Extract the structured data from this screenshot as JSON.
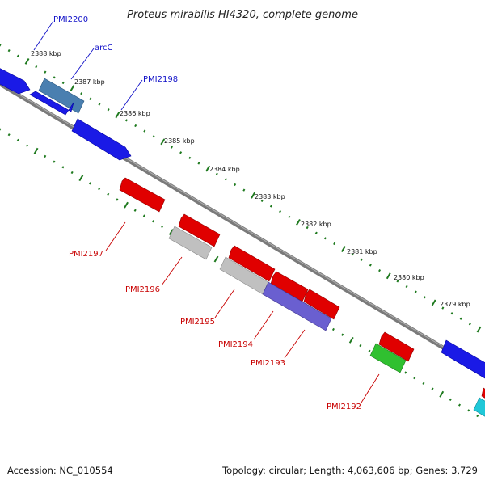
{
  "title": "Proteus mirabilis HI4320, complete genome",
  "footer": {
    "accession": "Accession: NC_010554",
    "topology": "Topology: circular; Length: 4,063,606 bp; Genes: 3,729"
  },
  "colors": {
    "backbone": "#7a7a7a",
    "tick": "#1f7a1f",
    "label_forward": "#1010c8",
    "label_reverse": "#c80000"
  },
  "ticks": [
    "2388 kbp",
    "2387 kbp",
    "2386 kbp",
    "2385 kbp",
    "2384 kbp",
    "2383 kbp",
    "2382 kbp",
    "2381 kbp",
    "2380 kbp",
    "2379 kbp"
  ],
  "genes_forward": [
    {
      "label": "PMI2200",
      "color": "#1a1ae6"
    },
    {
      "label": "arcC",
      "color": "#4a7fb0"
    },
    {
      "label": "PMI2198",
      "color": "#1a1ae6"
    }
  ],
  "genes_reverse": [
    {
      "label": "PMI2197",
      "color": "#e00000"
    },
    {
      "label": "PMI2196",
      "color": "#c0c0c0"
    },
    {
      "label": "PMI2195",
      "color": "#e00000"
    },
    {
      "label": "PMI2194",
      "color": "#c0c0c0"
    },
    {
      "label": "PMI2193",
      "color": "#6a5fd0"
    },
    {
      "label": "PMI2192",
      "color": "#30c030"
    }
  ]
}
